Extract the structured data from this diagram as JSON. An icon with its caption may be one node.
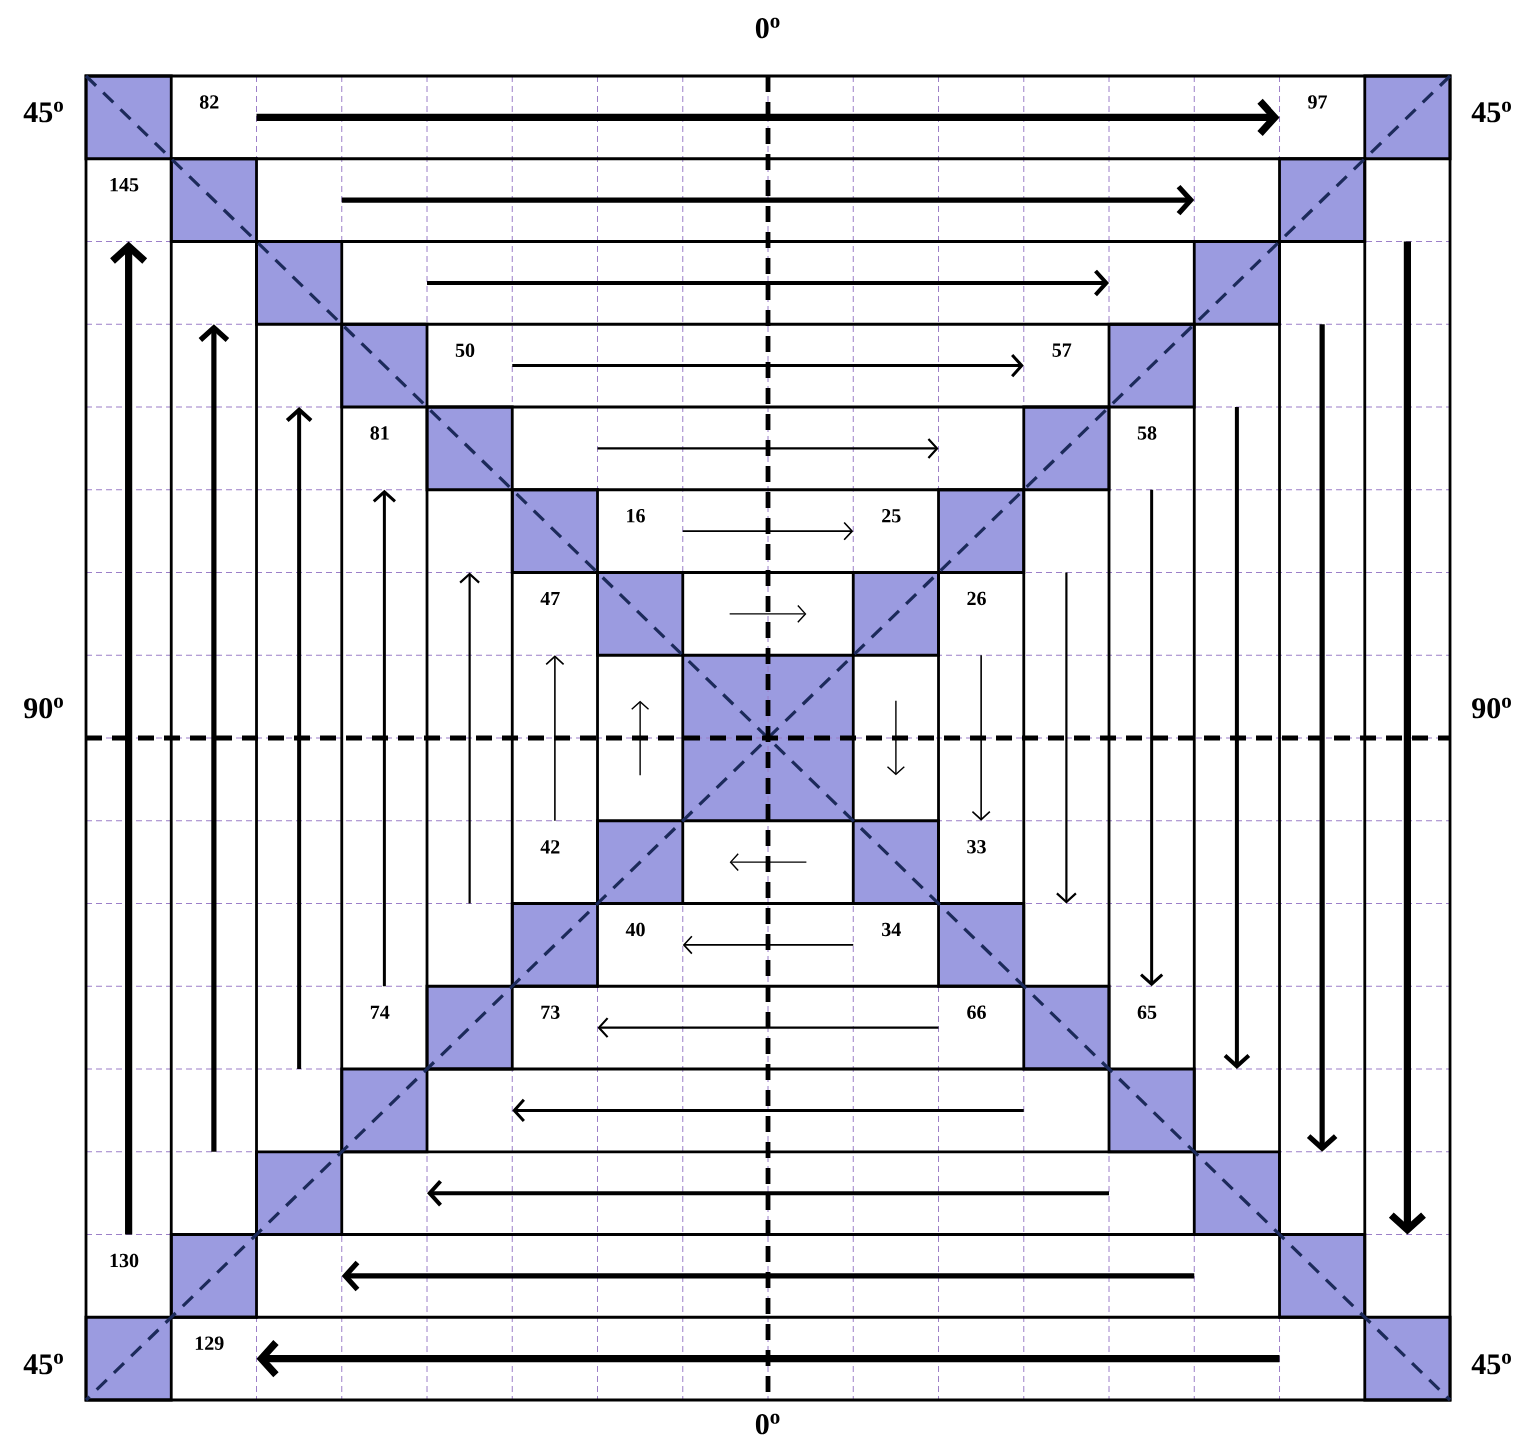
{
  "diagram": {
    "labels": [
      "0$^{o}$",
      "45$^{o}$",
      "82",
      "97",
      "45$^{o}$",
      "145",
      "50",
      "57",
      "81",
      "58",
      "16",
      "25",
      "47",
      "26",
      "90$^{o}$",
      "90$^{o}$",
      "42",
      "33",
      "40",
      "34",
      "74",
      "73",
      "66",
      "65",
      "130",
      "45$^{o}$",
      "129",
      "45$^{o}$",
      "0$^{o}$"
    ]
  }
}
